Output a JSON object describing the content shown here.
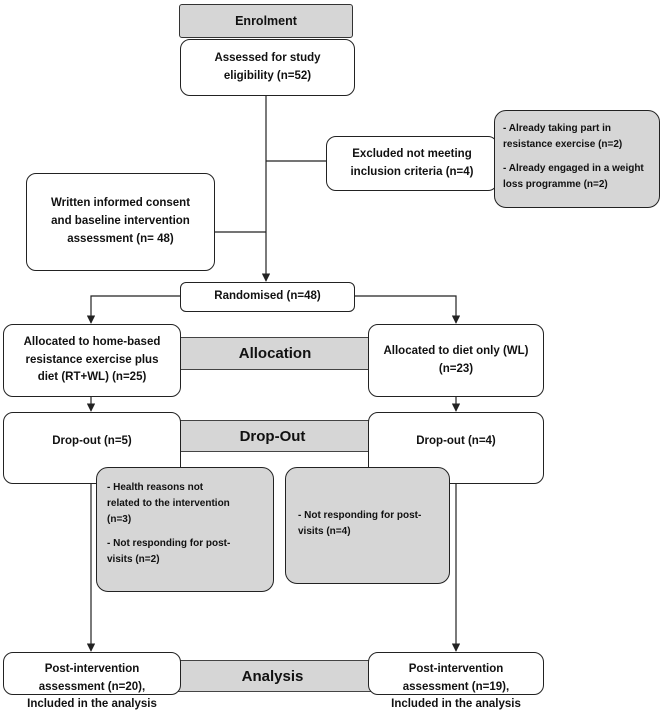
{
  "enrolment": "Enrolment",
  "assessed": [
    "Assessed for study",
    "eligibility (n=52)"
  ],
  "excluded": [
    "Excluded not meeting",
    "inclusion criteria (n=4)"
  ],
  "exclusion_reasons": [
    [
      "- Already taking part in",
      "resistance exercise (n=2)"
    ],
    [
      "- Already engaged in a weight",
      "loss programme (n=2)"
    ]
  ],
  "consent": [
    "Written informed consent",
    "and baseline intervention",
    "assessment (n= 48)"
  ],
  "randomised": "Randomised (n=48)",
  "allocation_label": "Allocation",
  "alloc_left": [
    "Allocated to home-based",
    "resistance exercise plus",
    "diet (RT+WL) (n=25)"
  ],
  "alloc_right": [
    "Allocated to diet only (WL)",
    "(n=23)"
  ],
  "dropout_label": "Drop-Out",
  "dropout_left": "Drop-out (n=5)",
  "dropout_right": "Drop-out (n=4)",
  "dropout_left_reasons": [
    [
      "- Health reasons not",
      "related to the intervention",
      "(n=3)"
    ],
    [
      "- Not responding for post-",
      "visits (n=2)"
    ]
  ],
  "dropout_right_reasons": [
    [
      "- Not responding for post-",
      "visits (n=4)"
    ]
  ],
  "analysis_label": "Analysis",
  "analysis_left": [
    "Post-intervention",
    "assessment (n=20),",
    "Included in the analysis"
  ],
  "analysis_right": [
    "Post-intervention",
    "assessment (n=19),",
    "Included in the analysis"
  ],
  "colors": {
    "box_fill": "#ffffff",
    "grey_fill": "#d6d6d6",
    "stroke": "#222222"
  }
}
